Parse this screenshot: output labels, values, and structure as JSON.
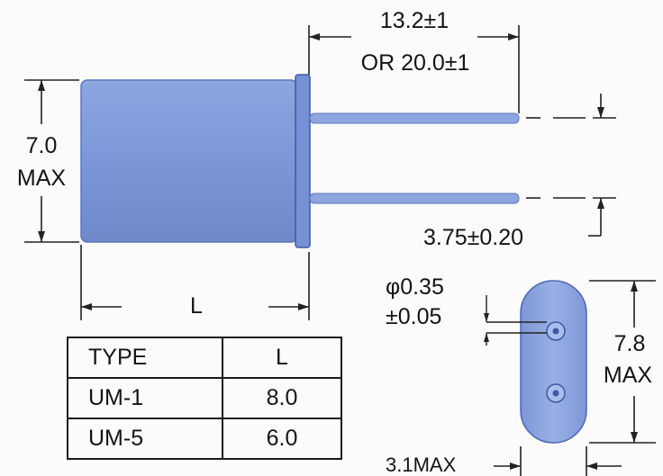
{
  "labels": {
    "lead_length_line1": "13.2±1",
    "lead_length_line2": "OR 20.0±1",
    "height_value": "7.0",
    "height_max": "MAX",
    "lead_spacing": "3.75±0.20",
    "body_length": "L",
    "lead_diameter_line1": "φ0.35",
    "lead_diameter_line2": "±0.05",
    "base_height_value": "7.8",
    "base_height_max": "MAX",
    "base_thickness": "3.1MAX"
  },
  "table": {
    "headers": [
      "TYPE",
      "L"
    ],
    "rows": [
      [
        "UM-1",
        "8.0"
      ],
      [
        "UM-5",
        "6.0"
      ]
    ]
  },
  "colors": {
    "body_fill": "#7f99d8",
    "body_edge": "#5b76bd",
    "line": "#222222"
  }
}
